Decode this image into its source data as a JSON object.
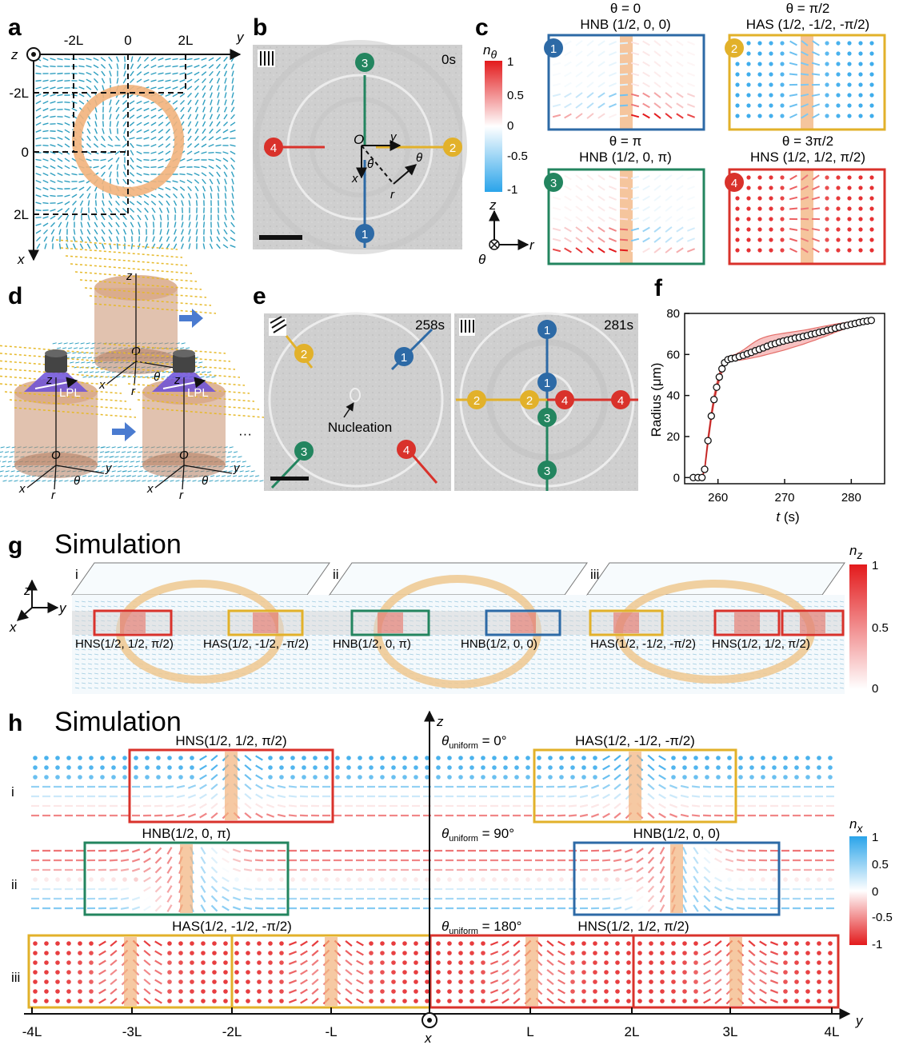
{
  "panels": {
    "a": {
      "label": "a",
      "axis_top": [
        "-2L",
        "0",
        "2L"
      ],
      "axis_left": [
        "-2L",
        "0",
        "2L"
      ],
      "axis_y": "y",
      "axis_x": "x",
      "axis_z": "z"
    },
    "b": {
      "label": "b",
      "time": "0s",
      "origin": "O",
      "axis_y": "y",
      "axis_x": "x",
      "axis_r": "r",
      "theta": "θ",
      "markers": [
        "1",
        "2",
        "3",
        "4"
      ]
    },
    "c": {
      "label": "c",
      "colorbar_title": "nθ",
      "colorbar_ticks": [
        "1",
        "0.5",
        "0",
        "-0.5",
        "-1"
      ],
      "boxes": [
        {
          "theta": "θ = 0",
          "name": "HNB (1/2, 0, 0)",
          "num": "1",
          "color": "#2d6aa6"
        },
        {
          "theta": "θ = π/2",
          "name": "HAS (1/2, -1/2, -π/2)",
          "num": "2",
          "color": "#e2b12a"
        },
        {
          "theta": "θ = π",
          "name": "HNB (1/2, 0, π)",
          "num": "3",
          "color": "#23855f"
        },
        {
          "theta": "θ = 3π/2",
          "name": "HNS (1/2, 1/2, π/2)",
          "num": "4",
          "color": "#d9322b"
        }
      ],
      "axis_z": "z",
      "axis_r": "r",
      "axis_theta": "θ"
    },
    "d": {
      "label": "d",
      "lpl": "LPL",
      "ellipsis": "···",
      "origin": "O",
      "axes": [
        "x",
        "r",
        "θ",
        "y",
        "z"
      ]
    },
    "e": {
      "label": "e",
      "time_left": "258s",
      "time_right": "281s",
      "nucleation": "Nucleation",
      "markers": [
        "1",
        "2",
        "3",
        "4"
      ]
    },
    "f": {
      "label": "f",
      "ylabel": "Radius (μm)",
      "xlabel_var": "t",
      "xlabel_unit": " (s)"
    },
    "g": {
      "label": "g",
      "title": "Simulation",
      "roman": [
        "i",
        "ii",
        "iii"
      ],
      "colorbar_title": "nz",
      "colorbar_ticks": [
        "1",
        "0.5",
        "0"
      ],
      "captions": [
        "HNS(1/2, 1/2, π/2)",
        "HAS(1/2, -1/2, -π/2)",
        "HNB(1/2, 0, π)",
        "HNB(1/2, 0, 0)",
        "HAS(1/2, -1/2, -π/2)",
        "HNS(1/2, 1/2, π/2)"
      ],
      "axes": [
        "z",
        "y",
        "x"
      ]
    },
    "h": {
      "label": "h",
      "title": "Simulation",
      "axis_z": "z",
      "axis_y": "y",
      "axis_x": "x",
      "rows": [
        {
          "roman": "i",
          "theta_uniform": "= 0°",
          "left": "HNS(1/2, 1/2, π/2)",
          "right": "HAS(1/2, -1/2, -π/2)"
        },
        {
          "roman": "ii",
          "theta_uniform": "= 90°",
          "left": "HNB(1/2, 0, π)",
          "right": "HNB(1/2, 0, 0)"
        },
        {
          "roman": "iii",
          "theta_uniform": "= 180°",
          "left": "HAS(1/2, -1/2, -π/2)",
          "right": "HNS(1/2, 1/2, π/2)"
        }
      ],
      "theta_sub": "uniform",
      "x_ticks": [
        "-4L",
        "-3L",
        "-2L",
        "-L",
        "L",
        "2L",
        "3L",
        "4L"
      ],
      "colorbar_title": "nx",
      "colorbar_ticks": [
        "1",
        "0.5",
        "0",
        "-0.5",
        "-1"
      ]
    }
  },
  "chart_data": {
    "type": "line",
    "title": "",
    "xlabel": "t (s)",
    "ylabel": "Radius (μm)",
    "xlim": [
      255,
      285
    ],
    "ylim": [
      -3,
      80
    ],
    "xticks": [
      260,
      270,
      280
    ],
    "yticks": [
      0,
      20,
      40,
      60,
      80
    ],
    "grid": false,
    "x": [
      256.3,
      257,
      257.6,
      258,
      258.5,
      259,
      259.4,
      259.8,
      260.2,
      260.6,
      261,
      261.5,
      262,
      262.6,
      263.2,
      263.8,
      264.4,
      265,
      265.6,
      266.2,
      266.8,
      267.4,
      268,
      268.6,
      269.2,
      269.8,
      270.4,
      271,
      271.6,
      272.2,
      272.8,
      273.4,
      274,
      274.6,
      275.2,
      275.8,
      276.4,
      277,
      277.6,
      278.2,
      278.8,
      279.4,
      280,
      280.6,
      281.2,
      281.8,
      282.4,
      283
    ],
    "values": [
      0,
      0,
      0,
      4,
      18,
      30,
      38,
      44,
      49,
      53,
      56,
      57.5,
      58,
      58.3,
      59,
      59.6,
      60.3,
      61,
      61.8,
      62.5,
      63.2,
      64,
      64.8,
      65.3,
      66,
      66.5,
      67,
      67.4,
      68,
      68.3,
      68.8,
      69.2,
      69.8,
      70.2,
      70.8,
      71.2,
      71.8,
      72.2,
      72.8,
      73.3,
      73.8,
      74.2,
      74.7,
      75.1,
      75.6,
      76,
      76.3,
      76.6
    ],
    "band": {
      "lower": [
        0,
        0,
        0,
        3,
        16,
        28,
        36,
        42,
        47,
        51,
        54.5,
        56,
        56.8,
        57,
        57.2,
        57.5,
        57.8,
        58.2,
        58.6,
        59,
        59.5,
        60,
        60.5,
        61,
        61.5,
        62,
        62.6,
        63.2,
        63.8,
        64.4,
        65,
        65.7,
        66.4,
        67,
        67.8,
        68.5,
        69.2,
        70,
        70.8,
        71.5,
        72.2,
        73,
        73.6,
        74.2,
        74.8,
        75.4,
        75.9,
        76.3
      ],
      "upper": [
        0,
        0,
        0,
        5,
        20,
        32,
        40,
        46,
        51,
        55,
        57.5,
        59,
        59.5,
        60,
        61,
        62.2,
        63.6,
        65,
        66.3,
        67.4,
        68.2,
        68.8,
        69.3,
        69.7,
        70,
        70.3,
        70.6,
        70.9,
        71.2,
        71.5,
        71.8,
        72.1,
        72.5,
        72.9,
        73.3,
        73.7,
        74,
        74.4,
        74.8,
        75.1,
        75.4,
        75.7,
        76,
        76.3,
        76.6,
        76.9,
        77.1,
        77.3
      ]
    }
  }
}
